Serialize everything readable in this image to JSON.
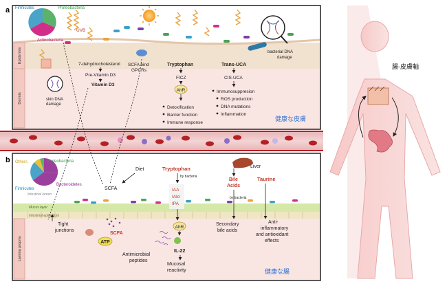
{
  "panel_a": {
    "letter": "a",
    "pie_labels": {
      "firmicutes": "Firmicutes",
      "proteobacteria": "Proteobacteria",
      "actinobacteria": "Actinobacteria"
    },
    "uvb": "UVB",
    "bacterial_dna_damage_1": "bacterial DNA",
    "bacterial_dna_damage_2": "damage",
    "layer_epidermis": "Epidermis",
    "layer_dermis": "Dermis",
    "skin_dna_damage_1": "skin DNA",
    "skin_dna_damage_2": "damage",
    "dehydro": "7-dehydrocholesterol",
    "pre_vitd": "Pre-Vitamin D3",
    "vitd": "Vitamin D3",
    "scfa_bind_1": "SCFA bind",
    "scfa_bind_2": "GPCRs",
    "tryptophan": "Tryptophan",
    "ficz": "FICZ",
    "ahr": "AhR",
    "ahr_effects": [
      "Detoxification",
      "Barrier function",
      "Immune response"
    ],
    "trans_uca": "Trans-UCA",
    "cis_uca": "CIS-UCA",
    "uca_effects": [
      "Immunosuppresion",
      "ROS production",
      "DNA mutations",
      "Inflammation"
    ],
    "jp_label": "健康な皮膚"
  },
  "panel_b": {
    "letter": "b",
    "pie_labels": {
      "others": "Others",
      "proteobacteria": "Proteobacteria",
      "firmicutes": "Firmicutes",
      "bacteroidetes": "Bacteroidetes"
    },
    "intestinal_lumen": "Intestinal lumen",
    "mucus_layer": "Mucus layer",
    "intestinal_epithelium": "Intestinal epithelium",
    "lamina_propria": "Lamina propria",
    "diet": "Diet",
    "tryptophan": "Tryptophan",
    "by_bacteria": "by bacteria",
    "scfa_top": "SCFA",
    "iaa": "IAA",
    "iald": "IAld",
    "ipa": "IPA",
    "liver": "Liver",
    "bile_1": "Bile",
    "bile_2": "Acids",
    "by_bacteria_2": "by bacteria",
    "secondary_1": "Secondary",
    "secondary_2": "bile acids",
    "taurine": "Taurine",
    "anti_1": "Anti-",
    "anti_2": "inflammatory",
    "anti_3": "and antioxidant",
    "anti_4": "effects",
    "tight_1": "Tight",
    "tight_2": "junctions",
    "scfa_low": "SCFA",
    "atp": "ATP",
    "ahr": "AhR",
    "il22": "IL-22",
    "amp_1": "Antimicrobial",
    "amp_2": "peptides",
    "mucosal_1": "Mucosal",
    "mucosal_2": "reactivity",
    "jp_label": "健康な腸"
  },
  "body": {
    "axis_label": "腸-皮膚軸"
  },
  "colors": {
    "red_text": "#c0392b",
    "blue_jp": "#2e6fd0",
    "skin_bg": "#f6dcd6",
    "blood": "#b52025",
    "mucus": "#d5e8a8",
    "pie_firm": "#4aa3c9",
    "pie_prot": "#5bb26b",
    "pie_act": "#d12e8a",
    "pie_bact": "#9b3f9c",
    "pie_others": "#e8c32a"
  }
}
